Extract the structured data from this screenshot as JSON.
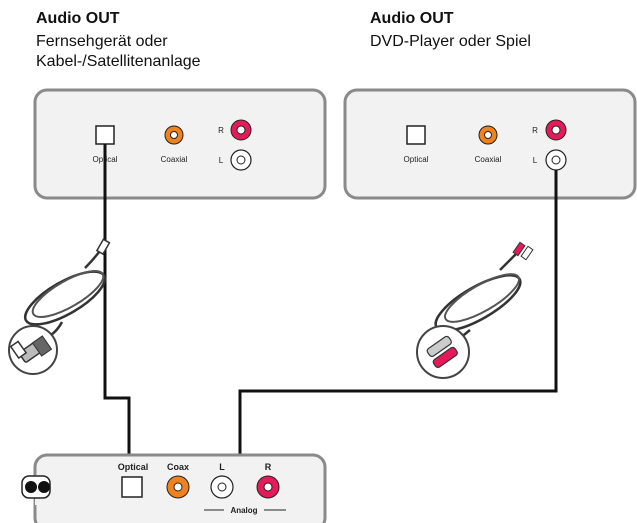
{
  "left_source": {
    "heading": "Audio OUT",
    "line1": "Fernsehgerät oder",
    "line2": "Kabel-/Satellitenanlage",
    "ports": {
      "optical": "Optical",
      "coaxial": "Coaxial",
      "right": "R",
      "left": "L"
    }
  },
  "right_source": {
    "heading": "Audio OUT",
    "line1": "DVD-Player oder Spiel",
    "ports": {
      "optical": "Optical",
      "coaxial": "Coaxial",
      "right": "R",
      "left": "L"
    }
  },
  "receiver": {
    "ports": {
      "optical": "Optical",
      "coax": "Coax",
      "left": "L",
      "right": "R"
    },
    "analog_label": "Analog"
  },
  "colors": {
    "coaxial": "#f0821e",
    "right_channel": "#e6195a",
    "panel_stroke": "#8a8a8a",
    "panel_fill": "#f2f2f2",
    "cable": "#111111"
  },
  "icons": [
    "optical-cable-icon",
    "rca-cable-icon",
    "speaker-grille-icon"
  ]
}
